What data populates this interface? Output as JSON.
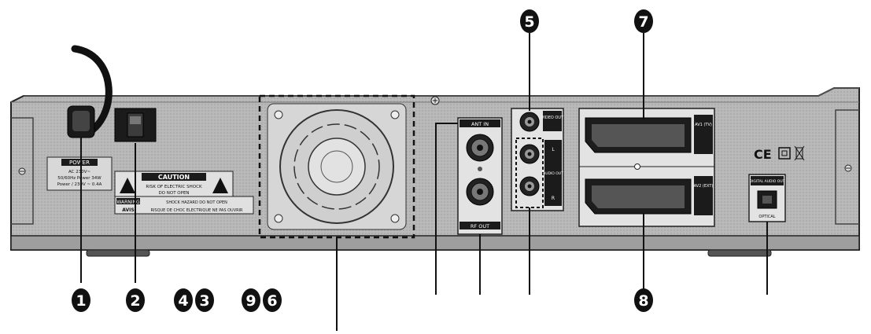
{
  "panel": {
    "power_label": "POWER",
    "power_spec_1": "AC 230V~",
    "power_spec_2": "50/60Hz  Power 34W",
    "power_spec_3": "Power / 230V ~ 0.4A",
    "caution_title": "CAUTION",
    "caution_line_1": "RISK OF ELECTRIC SHOCK",
    "caution_line_2": "DO NOT OPEN",
    "warning_label": "WARNING",
    "avis_label": "AVIS",
    "warning_text_1": "SHOCK HAZARD DO NOT OPEN",
    "warning_text_2": "RISQUE DE CHOC ELECTRIQUE NE PAS OUVRIR",
    "rf_in_label": "ANT IN",
    "rf_out_label": "RF OUT",
    "video_out_label": "VIDEO OUT",
    "audio_out_label": "AUDIO OUT",
    "audio_l_label": "L",
    "audio_r_label": "R",
    "scart_1_label": "AV1 (TV)",
    "scart_2_label": "AV2 (EXT)",
    "digital_audio_label": "DIGITAL AUDIO OUT",
    "optical_label": "OPTICAL",
    "ce_mark": "CE"
  },
  "callouts": {
    "c1": "1",
    "c2": "2",
    "c3": "3",
    "c4": "4",
    "c5": "5",
    "c6": "6",
    "c7": "7",
    "c8": "8",
    "c9": "9"
  }
}
